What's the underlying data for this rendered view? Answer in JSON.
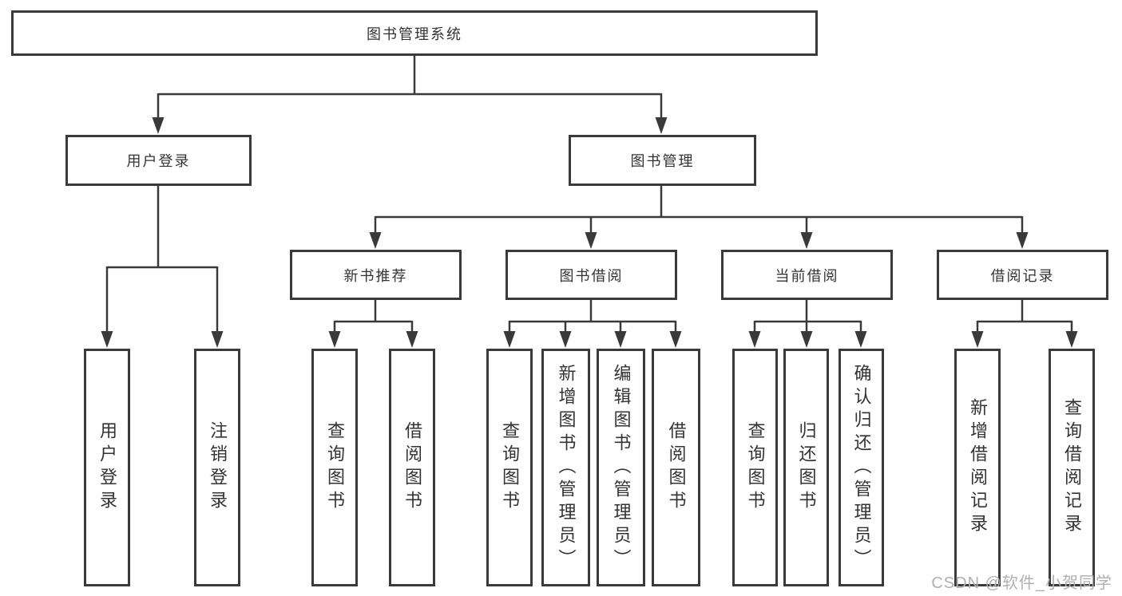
{
  "colors": {
    "line": "#3a3a3a",
    "box_border": "#3a3a3a",
    "box_background": "#ffffff",
    "text": "#333333",
    "watermark": "#b0b0b0",
    "background": "#ffffff"
  },
  "nodes": {
    "root": {
      "label": "图书管理系统"
    },
    "user_login": {
      "label": "用户登录"
    },
    "book_management": {
      "label": "图书管理"
    },
    "new_book_recommend": {
      "label": "新书推荐"
    },
    "book_borrowing": {
      "label": "图书借阅"
    },
    "current_borrowing": {
      "label": "当前借阅"
    },
    "borrowing_records": {
      "label": "借阅记录"
    }
  },
  "leaves": {
    "user_login": [
      {
        "label": "用户登录"
      },
      {
        "label": "注销登录"
      }
    ],
    "new_book_recommend": [
      {
        "label": "查询图书"
      },
      {
        "label": "借阅图书"
      }
    ],
    "book_borrowing": [
      {
        "label": "查询图书"
      },
      {
        "label": "新增图书（管理员）"
      },
      {
        "label": "编辑图书（管理员）"
      },
      {
        "label": "借阅图书"
      }
    ],
    "current_borrowing": [
      {
        "label": "查询图书"
      },
      {
        "label": "归还图书"
      },
      {
        "label": "确认归还（管理员）"
      }
    ],
    "borrowing_records": [
      {
        "label": "新增借阅记录"
      },
      {
        "label": "查询借阅记录"
      }
    ]
  },
  "watermark": {
    "text": "CSDN @软件_小贺同学"
  }
}
